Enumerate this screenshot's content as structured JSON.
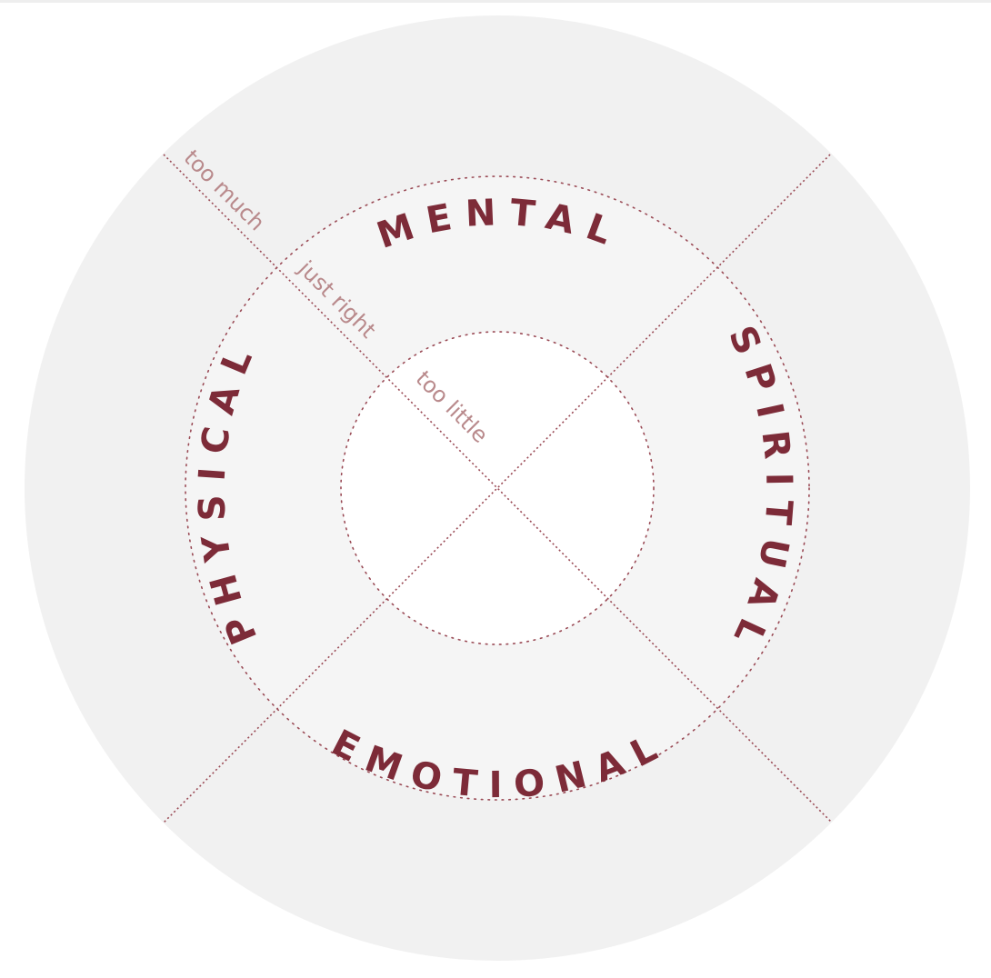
{
  "quadrants": {
    "top": "MENTAL",
    "right": "SPIRITUAL",
    "bottom": "EMOTIONAL",
    "left": "PHYSICAL"
  },
  "scale": {
    "outer": "too much",
    "middle": "just right",
    "inner": "too little"
  },
  "colors": {
    "accent": "#7d2b38",
    "scale_text": "#b98a8c",
    "outer_fill": "#f1f1f1",
    "middle_fill": "#f5f5f5",
    "inner_fill": "#ffffff",
    "dotted": "#9a4a55"
  }
}
